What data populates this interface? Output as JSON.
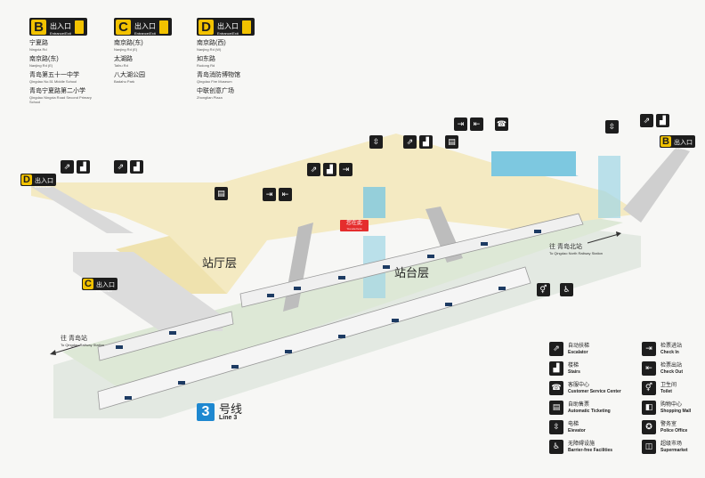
{
  "exits": [
    {
      "letter": "B",
      "label_cn": "出入口",
      "label_en": "Entrance/Exit",
      "items": [
        {
          "cn": "宁夏路",
          "en": "Ningxia Rd"
        },
        {
          "cn": "南京路(东)",
          "en": "Nanjing Rd (E)"
        },
        {
          "cn": "青岛第五十一中学",
          "en": "Qingdao No.51 Middle School"
        },
        {
          "cn": "青岛宁夏路第二小学",
          "en": "Qingdao Ningxia Road Second Primary School"
        }
      ]
    },
    {
      "letter": "C",
      "label_cn": "出入口",
      "label_en": "Entrance/Exit",
      "items": [
        {
          "cn": "南京路(东)",
          "en": "Nanjing Rd (E)"
        },
        {
          "cn": "太湖路",
          "en": "Taihu Rd"
        },
        {
          "cn": "八大湖公园",
          "en": "Badahu Park"
        }
      ]
    },
    {
      "letter": "D",
      "label_cn": "出入口",
      "label_en": "Entrance/Exit",
      "items": [
        {
          "cn": "南京路(西)",
          "en": "Nanjing Rd (W)"
        },
        {
          "cn": "如东路",
          "en": "Rudong Rd"
        },
        {
          "cn": "青岛消防博物馆",
          "en": "Qingdao Fire Museum"
        },
        {
          "cn": "中联创意广场",
          "en": "Zhonglian Plaza"
        }
      ]
    }
  ],
  "map": {
    "concourse_label": "站厅层",
    "platform_label": "站台层",
    "you_are_here_cn": "您在此",
    "you_are_here_en": "You are here",
    "dir_left_cn": "往 青岛站",
    "dir_left_en": "To Qingdao Railway Station",
    "dir_right_cn": "往 青岛北站",
    "dir_right_en": "To Qingdao North Railway Station",
    "mini_exits": [
      {
        "letter": "D",
        "cn": "出入口",
        "en": "Entrance/Exit"
      },
      {
        "letter": "C",
        "cn": "出入口",
        "en": "Entrance/Exit"
      },
      {
        "letter": "B",
        "cn": "出入口",
        "en": "Entrance/Exit"
      }
    ]
  },
  "line": {
    "number": "3",
    "cn": "号线",
    "en": "Line 3"
  },
  "legend": [
    {
      "icon": "escalator-icon",
      "glyph": "⇗",
      "cn": "自动扶梯",
      "en": "Escalator"
    },
    {
      "icon": "check-in-icon",
      "glyph": "⇥",
      "cn": "检票进站",
      "en": "Check In"
    },
    {
      "icon": "stairs-icon",
      "glyph": "▟",
      "cn": "楼梯",
      "en": "Stairs"
    },
    {
      "icon": "check-out-icon",
      "glyph": "⇤",
      "cn": "检票出站",
      "en": "Check Out"
    },
    {
      "icon": "customer-service-icon",
      "glyph": "☎",
      "cn": "客服中心",
      "en": "Customer Service Center"
    },
    {
      "icon": "toilet-icon",
      "glyph": "⚥",
      "cn": "卫生间",
      "en": "Toilet"
    },
    {
      "icon": "ticketing-icon",
      "glyph": "▤",
      "cn": "自助售票",
      "en": "Automatic Ticketing"
    },
    {
      "icon": "shopping-icon",
      "glyph": "◧",
      "cn": "购物中心",
      "en": "Shopping Mall"
    },
    {
      "icon": "elevator-icon",
      "glyph": "⇳",
      "cn": "电梯",
      "en": "Elevator"
    },
    {
      "icon": "police-icon",
      "glyph": "✪",
      "cn": "警务室",
      "en": "Police Office"
    },
    {
      "icon": "accessible-icon",
      "glyph": "♿",
      "cn": "无障碍设施",
      "en": "Barrier-free Facilities"
    },
    {
      "icon": "supermarket-icon",
      "glyph": "◫",
      "cn": "超级市场",
      "en": "Supermarket"
    }
  ],
  "colors": {
    "concourse": "#f4eac2",
    "platform": "#dde8d6",
    "track": "#cfd6cf",
    "glass": "#7dc8e0",
    "exit_yellow": "#f2c200",
    "line3": "#1e88d0"
  }
}
